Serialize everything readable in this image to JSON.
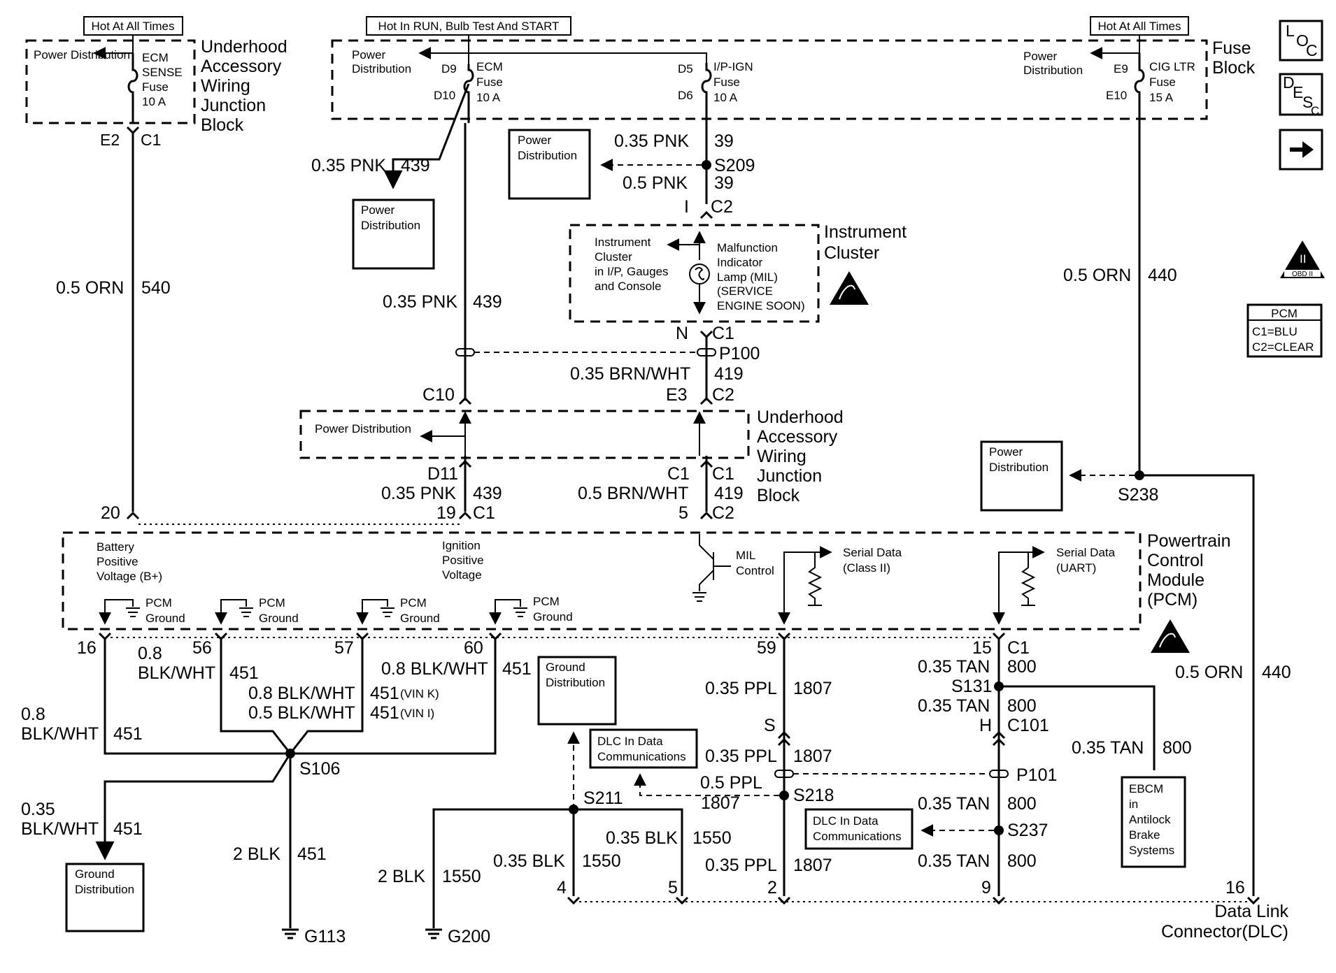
{
  "power_labels": {
    "hot_left": "Hot At All Times",
    "hot_run": "Hot In RUN, Bulb Test And START",
    "hot_right": "Hot At All Times"
  },
  "underhood_top": {
    "title": [
      "Underhood",
      "Accessory",
      "Wiring",
      "Junction",
      "Block"
    ],
    "power_dist": "Power Distribution",
    "fuse": [
      "ECM",
      "SENSE",
      "Fuse",
      "10 A"
    ],
    "conn": [
      "E2",
      "C1"
    ]
  },
  "fuse_block": {
    "title": [
      "Fuse",
      "Block"
    ],
    "power_dist_left": "Power Distribution",
    "ecm_fuse": [
      "ECM",
      "Fuse",
      "10 A"
    ],
    "ecm_pins": [
      "D9",
      "D10"
    ],
    "ip_fuse": [
      "I/P-IGN",
      "Fuse",
      "10 A"
    ],
    "ip_pins": [
      "D5",
      "D6"
    ],
    "power_dist_right": "Power Distribution",
    "cig_fuse": [
      "CIG LTR",
      "Fuse",
      "15 A"
    ],
    "cig_pins": [
      "E9",
      "E10"
    ]
  },
  "wires": {
    "w540": [
      "0.5 ORN",
      "540"
    ],
    "w439a": [
      "0.35 PNK",
      "439"
    ],
    "w439b": [
      "0.35 PNK",
      "439"
    ],
    "w39a": [
      "0.35 PNK",
      "39"
    ],
    "w39b": [
      "0.5 PNK",
      "39"
    ],
    "w419a": [
      "0.35 BRN/WHT",
      "419"
    ],
    "w439c": [
      "0.35 PNK",
      "439"
    ],
    "w419b": [
      "0.5 BRN/WHT",
      "419"
    ],
    "w440a": [
      "0.5 ORN",
      "440"
    ],
    "w440b": [
      "0.5 ORN",
      "440"
    ],
    "w451a": [
      "0.8",
      "BLK/WHT",
      "451"
    ],
    "w451b": [
      "0.8",
      "BLK/WHT",
      "451"
    ],
    "w451c": [
      "0.8 BLK/WHT",
      "451"
    ],
    "w451k": [
      "0.8 BLK/WHT",
      "451",
      "(VIN K)"
    ],
    "w451i": [
      "0.5 BLK/WHT",
      "451",
      "(VIN I)"
    ],
    "w451d": [
      "0.35",
      "BLK/WHT",
      "451"
    ],
    "w451e": [
      "2 BLK",
      "451"
    ],
    "w1550a": [
      "2 BLK",
      "1550"
    ],
    "w1550b": [
      "0.35 BLK",
      "1550"
    ],
    "w1550c": [
      "0.35 BLK",
      "1550"
    ],
    "w1807a": [
      "0.35 PPL",
      "1807"
    ],
    "w1807b": [
      "0.35 PPL",
      "1807"
    ],
    "w1807c": [
      "0.5 PPL",
      "1807"
    ],
    "w1807d": [
      "0.35 PPL",
      "1807"
    ],
    "w800a": [
      "0.35 TAN",
      "800"
    ],
    "w800b": [
      "0.35 TAN",
      "800"
    ],
    "w800c": [
      "0.35 TAN",
      "800"
    ],
    "w800d": [
      "0.35 TAN",
      "800"
    ],
    "w800e": [
      "0.35 TAN",
      "800"
    ]
  },
  "splices": [
    "S209",
    "S238",
    "S106",
    "S211",
    "S218",
    "S131",
    "S237"
  ],
  "connectors": {
    "c2_ic": [
      "I",
      "C2"
    ],
    "c1_ic": [
      "N",
      "C1"
    ],
    "p100": "P100",
    "c10": "C10",
    "e3c2": [
      "E3",
      "C2"
    ],
    "d11": "D11",
    "c1c1": [
      "C1",
      "C1"
    ],
    "pcm_20": "20",
    "pcm_19c1": [
      "19",
      "C1"
    ],
    "pcm_5c2": [
      "5",
      "C2"
    ],
    "pcm_pins": [
      "16",
      "56",
      "57",
      "60",
      "59"
    ],
    "pcm_15c1": [
      "15",
      "C1"
    ],
    "s_pin": "S",
    "h_pin": "H",
    "c101": "C101",
    "p101": "P101",
    "dlc_pins": [
      "4",
      "5",
      "2",
      "9",
      "16"
    ]
  },
  "boxes": {
    "pd_s209": [
      "Power",
      "Distribution"
    ],
    "pd_439": [
      "Power",
      "Distribution"
    ],
    "pd_s238": [
      "Power",
      "Distribution"
    ],
    "gd_top": [
      "Ground",
      "Distribution"
    ],
    "gd_bottom": [
      "Ground",
      "Distribution"
    ],
    "dlc_comm1": [
      "DLC In Data",
      "Communications"
    ],
    "dlc_comm2": [
      "DLC In Data",
      "Communications"
    ],
    "ebcm": [
      "EBCM",
      "in",
      "Antilock",
      "Brake",
      "Systems"
    ]
  },
  "instrument_cluster": {
    "title": [
      "Instrument",
      "Cluster"
    ],
    "left": [
      "Instrument",
      "Cluster",
      "in I/P, Gauges",
      "and Console"
    ],
    "right": [
      "Malfunction",
      "Indicator",
      "Lamp (MIL)",
      "(SERVICE",
      "ENGINE SOON)"
    ]
  },
  "underhood_mid": {
    "title": [
      "Underhood",
      "Accessory",
      "Wiring",
      "Junction",
      "Block"
    ],
    "power_dist": "Power Distribution"
  },
  "pcm": {
    "title": [
      "Powertrain",
      "Control",
      "Module",
      "(PCM)"
    ],
    "batt": [
      "Battery",
      "Positive",
      "Voltage (B+)"
    ],
    "ign": [
      "Ignition",
      "Positive",
      "Voltage"
    ],
    "ground": [
      "PCM",
      "Ground"
    ],
    "mil": [
      "MIL",
      "Control"
    ],
    "serial1": [
      "Serial Data",
      "(Class II)"
    ],
    "serial2": [
      "Serial Data",
      "(UART)"
    ]
  },
  "grounds": [
    "G113",
    "G200"
  ],
  "dlc_title": [
    "Data Link",
    "Connector(DLC)"
  ],
  "sidebar": {
    "loc": [
      "L",
      "O",
      "C"
    ],
    "desc": [
      "D",
      "E",
      "S",
      "C"
    ],
    "obd": [
      "II",
      "OBD II"
    ],
    "pcm_box": [
      "PCM",
      "C1=BLU",
      "C2=CLEAR"
    ]
  }
}
